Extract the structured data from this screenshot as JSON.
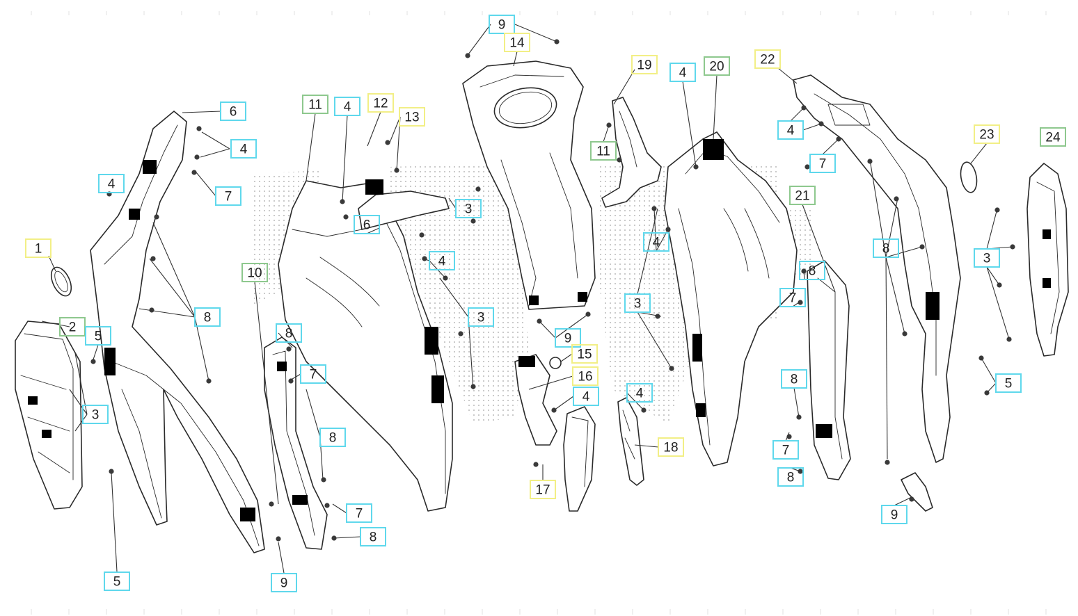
{
  "colors": {
    "cyan": "#5fd8ec",
    "yellow": "#f2ef86",
    "green": "#8ec88e",
    "line": "#2a2a2a",
    "dots": "#b9b9b9"
  },
  "callouts": [
    {
      "id": "c1",
      "label": "1",
      "color": "yellow"
    },
    {
      "id": "c2",
      "label": "2",
      "color": "green"
    },
    {
      "id": "c3",
      "label": "3",
      "color": "cyan"
    },
    {
      "id": "c4",
      "label": "4",
      "color": "cyan"
    },
    {
      "id": "c5",
      "label": "5",
      "color": "cyan"
    },
    {
      "id": "c6",
      "label": "5",
      "color": "cyan"
    },
    {
      "id": "c7",
      "label": "6",
      "color": "cyan"
    },
    {
      "id": "c8",
      "label": "4",
      "color": "cyan"
    },
    {
      "id": "c9",
      "label": "7",
      "color": "cyan"
    },
    {
      "id": "c10",
      "label": "8",
      "color": "cyan"
    },
    {
      "id": "c11",
      "label": "9",
      "color": "cyan"
    },
    {
      "id": "c12",
      "label": "10",
      "color": "green"
    },
    {
      "id": "c13",
      "label": "8",
      "color": "cyan"
    },
    {
      "id": "c14",
      "label": "7",
      "color": "cyan"
    },
    {
      "id": "c15",
      "label": "8",
      "color": "cyan"
    },
    {
      "id": "c16",
      "label": "7",
      "color": "cyan"
    },
    {
      "id": "c17",
      "label": "8",
      "color": "cyan"
    },
    {
      "id": "c18",
      "label": "11",
      "color": "green"
    },
    {
      "id": "c19",
      "label": "4",
      "color": "cyan"
    },
    {
      "id": "c20",
      "label": "12",
      "color": "yellow"
    },
    {
      "id": "c21",
      "label": "13",
      "color": "yellow"
    },
    {
      "id": "c22",
      "label": "6",
      "color": "cyan"
    },
    {
      "id": "c23",
      "label": "4",
      "color": "cyan"
    },
    {
      "id": "c24",
      "label": "3",
      "color": "cyan"
    },
    {
      "id": "c25",
      "label": "3",
      "color": "cyan"
    },
    {
      "id": "c26",
      "label": "9",
      "color": "cyan"
    },
    {
      "id": "c27",
      "label": "14",
      "color": "yellow"
    },
    {
      "id": "c28",
      "label": "9",
      "color": "cyan"
    },
    {
      "id": "c29",
      "label": "15",
      "color": "yellow"
    },
    {
      "id": "c30",
      "label": "16",
      "color": "yellow"
    },
    {
      "id": "c31",
      "label": "4",
      "color": "cyan"
    },
    {
      "id": "c32",
      "label": "17",
      "color": "yellow"
    },
    {
      "id": "c33",
      "label": "4",
      "color": "cyan"
    },
    {
      "id": "c34",
      "label": "18",
      "color": "yellow"
    },
    {
      "id": "c35",
      "label": "19",
      "color": "yellow"
    },
    {
      "id": "c36",
      "label": "11",
      "color": "green"
    },
    {
      "id": "c37",
      "label": "4",
      "color": "cyan"
    },
    {
      "id": "c38",
      "label": "20",
      "color": "green"
    },
    {
      "id": "c39",
      "label": "4",
      "color": "cyan"
    },
    {
      "id": "c40",
      "label": "3",
      "color": "cyan"
    },
    {
      "id": "c41",
      "label": "21",
      "color": "green"
    },
    {
      "id": "c42",
      "label": "8",
      "color": "cyan"
    },
    {
      "id": "c43",
      "label": "7",
      "color": "cyan"
    },
    {
      "id": "c44",
      "label": "8",
      "color": "cyan"
    },
    {
      "id": "c45",
      "label": "7",
      "color": "cyan"
    },
    {
      "id": "c46",
      "label": "8",
      "color": "cyan"
    },
    {
      "id": "c47",
      "label": "22",
      "color": "yellow"
    },
    {
      "id": "c48",
      "label": "4",
      "color": "cyan"
    },
    {
      "id": "c49",
      "label": "7",
      "color": "cyan"
    },
    {
      "id": "c50",
      "label": "8",
      "color": "cyan"
    },
    {
      "id": "c51",
      "label": "9",
      "color": "cyan"
    },
    {
      "id": "c52",
      "label": "23",
      "color": "yellow"
    },
    {
      "id": "c53",
      "label": "24",
      "color": "green"
    },
    {
      "id": "c54",
      "label": "3",
      "color": "cyan"
    },
    {
      "id": "c55",
      "label": "5",
      "color": "cyan"
    }
  ]
}
